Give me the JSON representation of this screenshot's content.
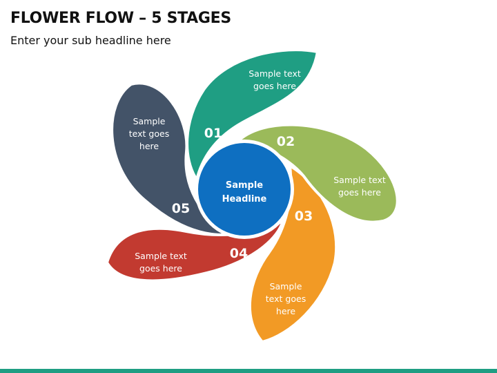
{
  "header": {
    "title": "FLOWER FLOW – 5 STAGES",
    "subtitle": "Enter your sub headline here"
  },
  "center": {
    "line1": "Sample",
    "line2": "Headline",
    "color": "#0E6FC1"
  },
  "petals": [
    {
      "number": "01",
      "lines": [
        "Sample text",
        "goes here"
      ],
      "color": "#1F9E83"
    },
    {
      "number": "02",
      "lines": [
        "Sample text",
        "goes here"
      ],
      "color": "#9BBA5A"
    },
    {
      "number": "03",
      "lines": [
        "Sample",
        "text goes",
        "here"
      ],
      "color": "#F29A25"
    },
    {
      "number": "04",
      "lines": [
        "Sample text",
        "goes here"
      ],
      "color": "#C23A30"
    },
    {
      "number": "05",
      "lines": [
        "Sample",
        "text goes",
        "here"
      ],
      "color": "#435368"
    }
  ],
  "footer": {
    "bar_color": "#1F9E83"
  }
}
